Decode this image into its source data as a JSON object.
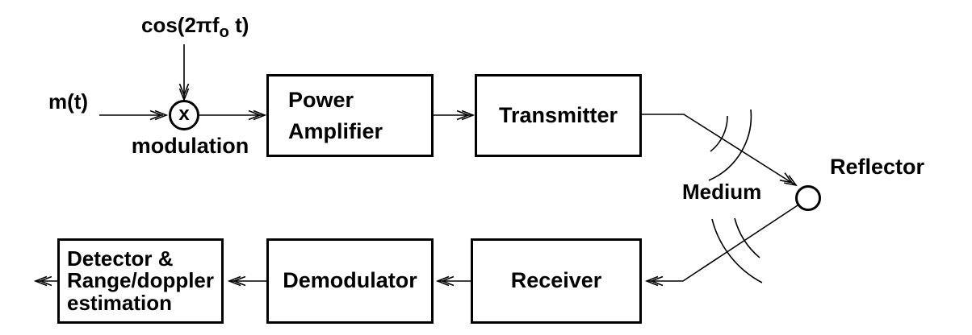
{
  "figure": {
    "carrier_label": {
      "prefix": "cos(2π",
      "base": "f",
      "sub": "o",
      "suffix": " t)"
    },
    "message_label": "m(t)",
    "multiplier_symbol": "x",
    "multiplier_caption": "modulation",
    "blocks": {
      "power_amplifier": "Power\nAmplifier",
      "transmitter": "Transmitter",
      "detector": "Detector &\nRange/doppler\nestimation",
      "demodulator": "Demodulator",
      "receiver": "Receiver"
    },
    "medium_label": "Medium",
    "reflector_label": "Reflector",
    "colors": {
      "line": "#000000",
      "background": "#ffffff"
    }
  }
}
